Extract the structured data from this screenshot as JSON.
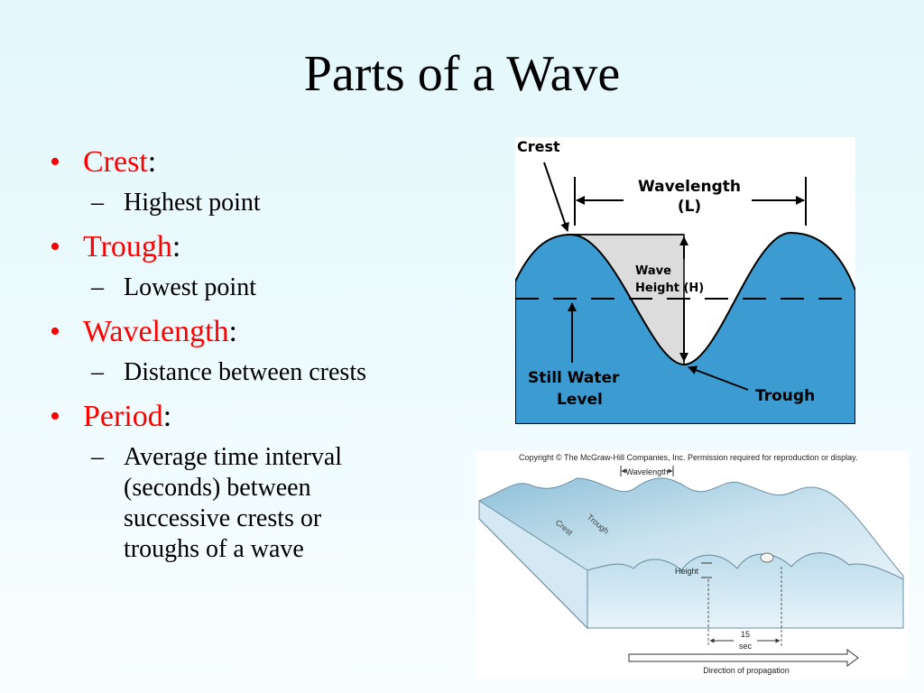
{
  "title": "Parts of a Wave",
  "bullets": [
    {
      "term": "Crest",
      "sep": ":",
      "sub": "Highest point"
    },
    {
      "term": "Trough",
      "sep": ":",
      "sub": "Lowest point"
    },
    {
      "term": "Wavelength",
      "sep": ":",
      "sub": "Distance between crests"
    },
    {
      "term": "Period",
      "sep": ":",
      "sub": "Average time interval (seconds) between successive crests or troughs of a wave"
    }
  ],
  "diagram1": {
    "crest": "Crest",
    "wavelength": "Wavelength",
    "wavelength_symbol": "(L)",
    "wave_height_1": "Wave",
    "wave_height_2": "Height (H)",
    "still_water_1": "Still Water",
    "still_water_2": "Level",
    "trough": "Trough",
    "colors": {
      "water": "#3c9bd0",
      "gap": "#dcdcdc"
    }
  },
  "diagram2": {
    "copyright": "Copyright © The McGraw-Hill Companies, Inc. Permission required for reproduction or display.",
    "wavelength": "Wavelength",
    "crest": "Crest",
    "trough": "Trough",
    "height": "Height",
    "period_value": "15",
    "period_unit": "sec",
    "direction": "Direction of propagation"
  }
}
